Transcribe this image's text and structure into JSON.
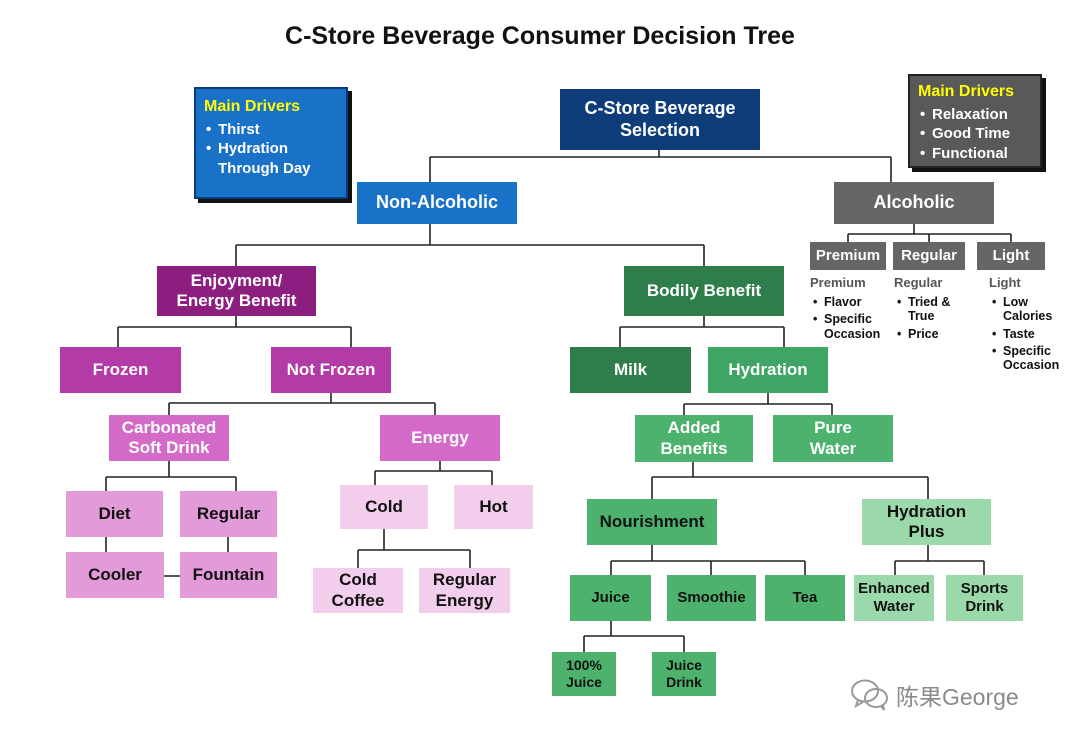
{
  "title": "C-Store Beverage Consumer Decision Tree",
  "colors": {
    "blue_dark": "#0e3d7a",
    "blue": "#1a72c8",
    "gray": "#666666",
    "gray_dark": "#595959",
    "purple": "#8b1e7f",
    "magenta": "#b23ba7",
    "pink": "#d46ac8",
    "pink_light": "#e39ad8",
    "pink_pale": "#f2cdec",
    "green_dark": "#2e7d4b",
    "green": "#3fa565",
    "green_mid": "#4cb26d",
    "green_light": "#9bd9ab",
    "drivers_yellow": "#ffff00"
  },
  "drivers_left": {
    "heading": "Main Drivers",
    "items": [
      "Thirst",
      "Hydration\nThrough Day"
    ]
  },
  "drivers_right": {
    "heading": "Main Drivers",
    "items": [
      "Relaxation",
      "Good Time",
      "Functional"
    ]
  },
  "nodes": {
    "root": "C-Store Beverage\nSelection",
    "non_alcoholic": "Non-Alcoholic",
    "alcoholic": "Alcoholic",
    "premium": "Premium",
    "regular_alc": "Regular",
    "light": "Light",
    "enjoyment": "Enjoyment/\nEnergy Benefit",
    "bodily": "Bodily Benefit",
    "frozen": "Frozen",
    "not_frozen": "Not Frozen",
    "milk": "Milk",
    "hydration": "Hydration",
    "csd": "Carbonated\nSoft Drink",
    "energy": "Energy",
    "added_benefits": "Added\nBenefits",
    "pure_water": "Pure\nWater",
    "diet": "Diet",
    "regular_csd": "Regular",
    "cooler": "Cooler",
    "fountain": "Fountain",
    "cold": "Cold",
    "hot": "Hot",
    "cold_coffee": "Cold\nCoffee",
    "regular_energy": "Regular\nEnergy",
    "nourishment": "Nourishment",
    "hydration_plus": "Hydration\nPlus",
    "juice": "Juice",
    "smoothie": "Smoothie",
    "tea": "Tea",
    "enhanced_water": "Enhanced\nWater",
    "sports_drink": "Sports\nDrink",
    "juice_100": "100%\nJuice",
    "juice_drink": "Juice\nDrink"
  },
  "alcohol_details": {
    "premium": {
      "heading": "Premium",
      "items": [
        "Flavor",
        "Specific\nOccasion"
      ]
    },
    "regular": {
      "heading": "Regular",
      "items": [
        "Tried &\nTrue",
        "Price"
      ]
    },
    "light": {
      "heading": "Light",
      "items": [
        "Low\nCalories",
        "Taste",
        "Specific\nOccasion"
      ]
    }
  },
  "watermark": "陈果George"
}
